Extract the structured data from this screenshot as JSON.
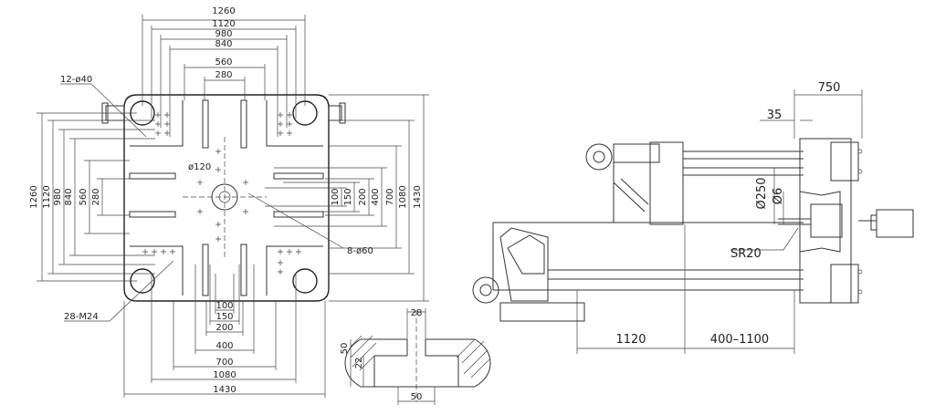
{
  "platen": {
    "top_dims": [
      "1260",
      "1120",
      "980",
      "840",
      "560",
      "280"
    ],
    "left_dims": [
      "1260",
      "1120",
      "980",
      "840",
      "560",
      "280"
    ],
    "right_dims": [
      "100",
      "150",
      "200",
      "400",
      "700",
      "1080",
      "1430"
    ],
    "bottom_dims": [
      "100",
      "150",
      "200",
      "400",
      "700",
      "1080",
      "1430"
    ],
    "labels": {
      "bolt_holes": "12-ø40",
      "center_ring": "ø120",
      "ejector_holes": "8-ø60",
      "threaded_holes": "28-M24"
    }
  },
  "tslot": {
    "top": "28",
    "height": "50",
    "depth": "22",
    "bottom": "50"
  },
  "machine": {
    "stroke_top": "750",
    "offset": "35",
    "nozzle_dia": "Ø250",
    "nozzle_hole": "Ø6",
    "nozzle_radius": "SR20",
    "dim_left": "1120",
    "dim_right": "400–1100"
  },
  "colors": {
    "line": "#333333",
    "text": "#222222",
    "background": "#ffffff"
  }
}
